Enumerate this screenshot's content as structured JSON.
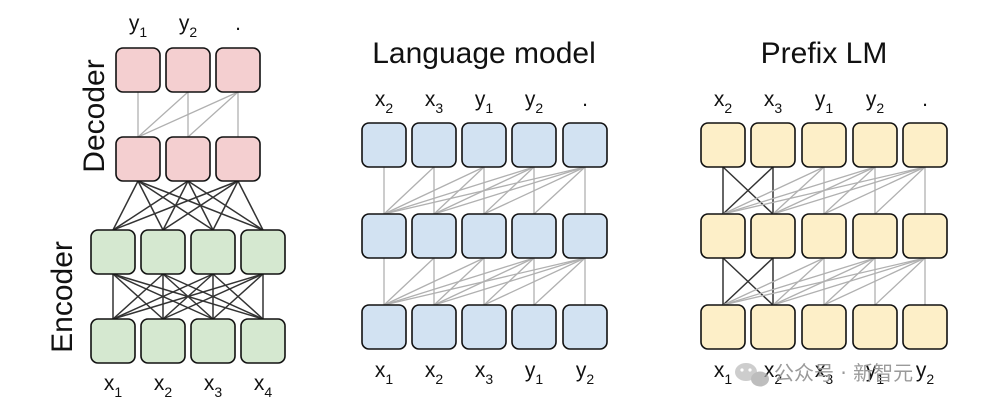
{
  "colors": {
    "decoder_fill": "#f4cfd0",
    "encoder_fill": "#d5e8d0",
    "lm_fill": "#d2e2f2",
    "prefix_fill": "#fdefc8",
    "box_stroke": "#111111",
    "dark_line": "#333333",
    "light_line": "#b0b0b0"
  },
  "encoder_decoder": {
    "decoder_label": "Decoder",
    "encoder_label": "Encoder",
    "decoder_outputs": [
      {
        "base": "y",
        "sub": "1"
      },
      {
        "base": "y",
        "sub": "2"
      },
      {
        "base": ".",
        "sub": ""
      }
    ],
    "encoder_inputs": [
      {
        "base": "x",
        "sub": "1"
      },
      {
        "base": "x",
        "sub": "2"
      },
      {
        "base": "x",
        "sub": "3"
      },
      {
        "base": "x",
        "sub": "4"
      }
    ]
  },
  "language_model": {
    "title": "Language model",
    "outputs": [
      {
        "base": "x",
        "sub": "2"
      },
      {
        "base": "x",
        "sub": "3"
      },
      {
        "base": "y",
        "sub": "1"
      },
      {
        "base": "y",
        "sub": "2"
      },
      {
        "base": ".",
        "sub": ""
      }
    ],
    "inputs": [
      {
        "base": "x",
        "sub": "1"
      },
      {
        "base": "x",
        "sub": "2"
      },
      {
        "base": "x",
        "sub": "3"
      },
      {
        "base": "y",
        "sub": "1"
      },
      {
        "base": "y",
        "sub": "2"
      }
    ]
  },
  "prefix_lm": {
    "title": "Prefix LM",
    "prefix_length": 2,
    "outputs": [
      {
        "base": "x",
        "sub": "2"
      },
      {
        "base": "x",
        "sub": "3"
      },
      {
        "base": "y",
        "sub": "1"
      },
      {
        "base": "y",
        "sub": "2"
      },
      {
        "base": ".",
        "sub": ""
      }
    ],
    "inputs": [
      {
        "base": "x",
        "sub": "1"
      },
      {
        "base": "x",
        "sub": "2"
      },
      {
        "base": "x",
        "sub": "3"
      },
      {
        "base": "y",
        "sub": "1"
      },
      {
        "base": "y",
        "sub": "2"
      }
    ]
  },
  "watermark": {
    "text": "公众号 · 新智元",
    "icon": "wechat-icon"
  }
}
